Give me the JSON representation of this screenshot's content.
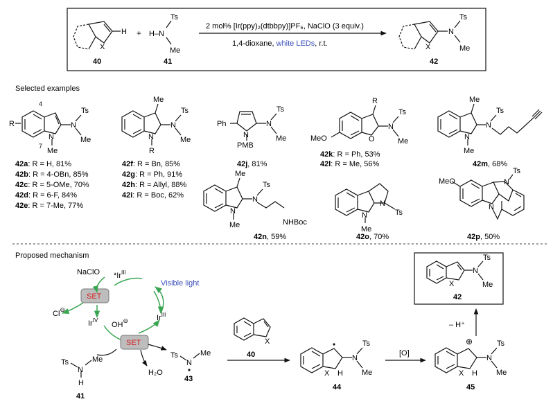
{
  "scheme": {
    "reactant_label": "40",
    "reagent_label": "41",
    "product_label": "42",
    "plus": "+",
    "atom_H": "H",
    "atom_X": "X",
    "atom_N": "N",
    "group_Ts": "Ts",
    "group_Me": "Me",
    "group_H_N": "H–N",
    "conditions_top": "2 mol% [Ir(ppy)₂(dtbbpy)]PF₆, NaClO (3 equiv.)",
    "conditions_bottom_1": "1,4-dioxane, ",
    "conditions_bottom_2": "white LEDs",
    "conditions_bottom_3": ", r.t.",
    "accent_color": "#3b4fb8"
  },
  "examples": {
    "heading": "Selected examples",
    "left_compound": {
      "pos4": "4",
      "pos7": "7",
      "R": "R",
      "lines": [
        {
          "id": "42a",
          "text": ": R = H, 81%"
        },
        {
          "id": "42b",
          "text": ": R = 4-OBn, 85%"
        },
        {
          "id": "42c",
          "text": ": R = 5-OMe, 70%"
        },
        {
          "id": "42d",
          "text": ": R = 6-F, 84%"
        },
        {
          "id": "42e",
          "text": ": R = 7-Me, 77%"
        }
      ]
    },
    "second_compound": {
      "lines": [
        {
          "id": "42f",
          "text": ": R = Bn, 85%"
        },
        {
          "id": "42g",
          "text": ": R = Ph, 91%"
        },
        {
          "id": "42h",
          "text": ": R = Allyl, 88%"
        },
        {
          "id": "42i",
          "text": ": R = Boc, 62%"
        }
      ]
    },
    "pyrrole": {
      "Ph": "Ph",
      "PMB": "PMB",
      "id": "42j",
      "text": ", 81%"
    },
    "benzofuran": {
      "MeO": "MeO",
      "O": "O",
      "R": "R",
      "lines": [
        {
          "id": "42k",
          "text": ": R = Ph, 53%"
        },
        {
          "id": "42l",
          "text": ": R = Me, 56%"
        }
      ]
    },
    "alkyne": {
      "id": "42m",
      "text": ", 68%"
    },
    "boc": {
      "NHBoc": "NHBoc",
      "id": "42n",
      "text": ", 59%"
    },
    "fused": {
      "id": "42o",
      "text": ", 70%"
    },
    "tetracycle": {
      "MeO": "MeO",
      "id": "42p",
      "text": ", 50%"
    }
  },
  "mechanism": {
    "heading": "Proposed mechanism",
    "NaClO": "NaClO",
    "Ir_star": "*Ir",
    "Ir_III_sup": "III",
    "visible_light": "Visible light",
    "SET": "SET",
    "Cl": "Cl",
    "minus": "⊖",
    "Ir": "Ir",
    "Ir_IV_sup": "IV",
    "OH": "OH",
    "H2O": "H₂O",
    "H": "H",
    "radical_label": "43",
    "substrate_label": "40",
    "intermediate_44": "44",
    "intermediate_45": "45",
    "product_label": "42",
    "reagent_41": "41",
    "oxidant": "[O]",
    "deprotonation": "– H⁺",
    "plus_charge": "⊕",
    "set_fill": "#bdbdbd",
    "set_text_color": "#d42020",
    "cycle_arrow_color": "#3aa552",
    "light_color": "#3b4fb8"
  }
}
